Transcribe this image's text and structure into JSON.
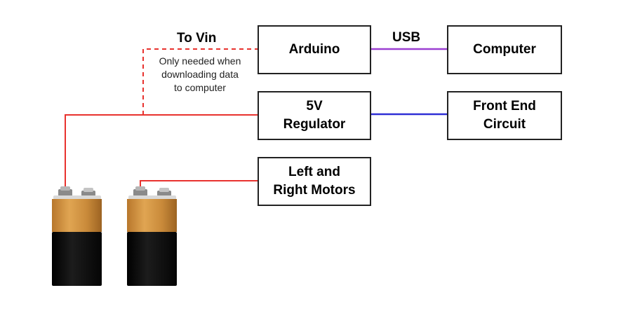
{
  "boxes": {
    "arduino": {
      "label": "Arduino"
    },
    "computer": {
      "label": "Computer"
    },
    "regulator": {
      "line1": "5V",
      "line2": "Regulator"
    },
    "front_end": {
      "line1": "Front End",
      "line2": "Circuit"
    },
    "motors": {
      "line1": "Left and",
      "line2": "Right Motors"
    }
  },
  "labels": {
    "to_vin": "To Vin",
    "usb": "USB",
    "note": [
      "Only needed when",
      "downloading data",
      "to computer"
    ]
  },
  "colors": {
    "power_wire": "#e8322e",
    "usb_wire": "#9b3fd1",
    "signal_wire": "#2f2fd6",
    "box_border": "#222222",
    "battery_copper": "#c98a3a",
    "battery_body": "#111111"
  },
  "icons": [
    "battery-9v-icon",
    "battery-9v-icon"
  ]
}
